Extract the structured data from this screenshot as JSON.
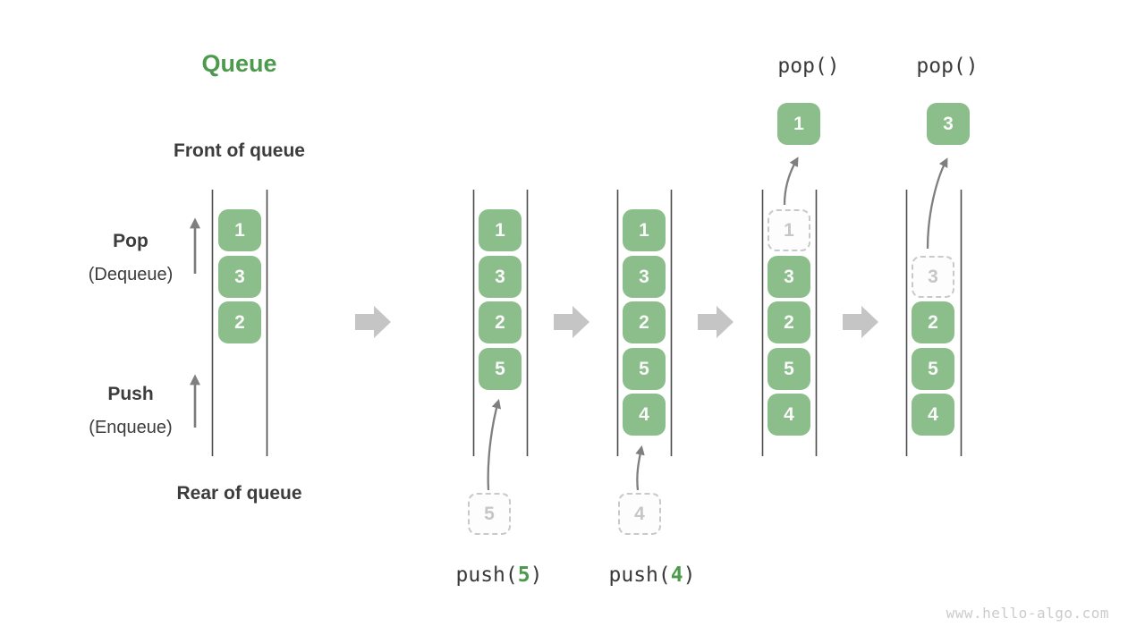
{
  "title": "Queue",
  "labels": {
    "front_of_queue": "Front of queue",
    "rear_of_queue": "Rear of queue",
    "pop": "Pop",
    "pop_alias": "(Dequeue)",
    "push": "Push",
    "push_alias": "(Enqueue)"
  },
  "states": [
    {
      "items": [
        "1",
        "3",
        "2"
      ]
    },
    {
      "items": [
        "1",
        "3",
        "2",
        "5"
      ]
    },
    {
      "items": [
        "1",
        "3",
        "2",
        "5",
        "4"
      ]
    },
    {
      "popped_ghost": "1",
      "items": [
        "3",
        "2",
        "5",
        "4"
      ]
    },
    {
      "popped_ghost": "3",
      "items": [
        "2",
        "5",
        "4"
      ]
    }
  ],
  "operations": {
    "push": [
      {
        "prefix": "push(",
        "arg": "5",
        "suffix": ")"
      },
      {
        "prefix": "push(",
        "arg": "4",
        "suffix": ")"
      }
    ],
    "pop": [
      "pop()",
      "pop()"
    ],
    "staged": [
      "5",
      "4"
    ],
    "popped": [
      "1",
      "3"
    ]
  },
  "watermark": "www.hello-algo.com",
  "colors": {
    "box_green": "#8CBE8C",
    "accent_green": "#4C9A4C",
    "text_dark": "#3C3C3C",
    "thin_arrow_gray": "#7A7A7A",
    "block_arrow_gray": "#C5C5C5",
    "ghost_gray": "#C9C9C9"
  }
}
